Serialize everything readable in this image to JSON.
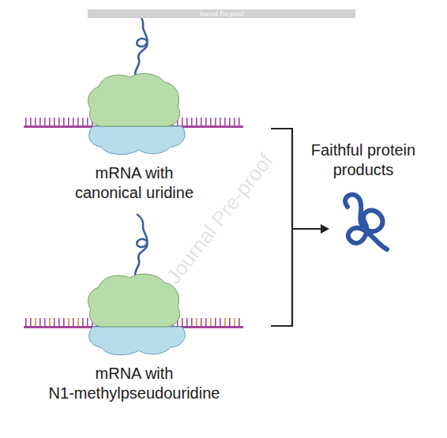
{
  "diagram": {
    "nodes": [
      {
        "text": [
          "Journal Pre-proof"
        ]
      }
    ],
    "labels": [
      "mRNA with canonical uridine",
      "mRNA with N1-methylpseudouridine",
      "Faithful protein products",
      "Journal Pre-proof"
    ]
  }
}
